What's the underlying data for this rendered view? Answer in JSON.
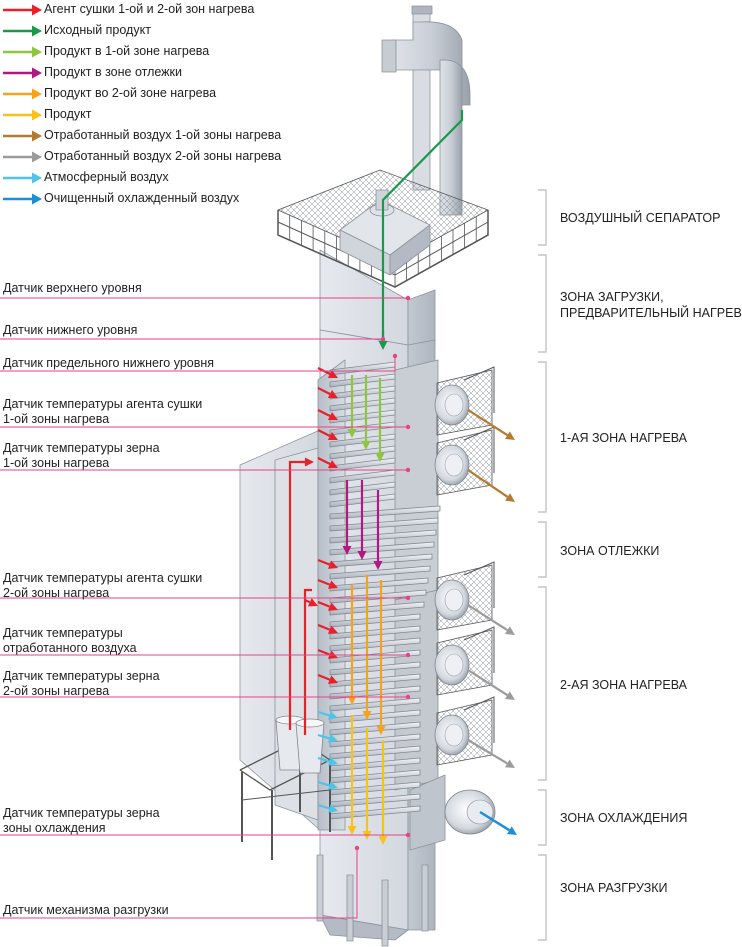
{
  "colors": {
    "heat_agent": "#e8202a",
    "source_product": "#1a9a48",
    "zone1_product": "#8dc63f",
    "tempering_product": "#b0197d",
    "zone2_product": "#f7a21b",
    "product": "#f9c21b",
    "exhaust1": "#b5792f",
    "exhaust2": "#9b9b9b",
    "ambient_air": "#4fc3e8",
    "cooled_air": "#1a8fd8",
    "sensor_line": "#e8418a",
    "bracket": "#bbbbbb"
  },
  "legend": [
    {
      "label": "Агент сушки 1-ой и 2-ой зон нагрева",
      "color": "#e8202a"
    },
    {
      "label": "Исходный продукт",
      "color": "#1a9a48"
    },
    {
      "label": "Продукт в 1-ой зоне нагрева",
      "color": "#8dc63f"
    },
    {
      "label": "Продукт в зоне отлежки",
      "color": "#b0197d"
    },
    {
      "label": "Продукт во 2-ой зоне нагрева",
      "color": "#f7a21b"
    },
    {
      "label": "Продукт",
      "color": "#f9c21b"
    },
    {
      "label": "Отработанный воздух 1-ой зоны нагрева",
      "color": "#b5792f"
    },
    {
      "label": "Отработанный воздух 2-ой зоны нагрева",
      "color": "#9b9b9b"
    },
    {
      "label": "Атмосферный воздух",
      "color": "#4fc3e8"
    },
    {
      "label": "Очищенный охлажденный воздух",
      "color": "#1a8fd8"
    }
  ],
  "sensors": [
    {
      "label": "Датчик верхнего уровня"
    },
    {
      "label": "Датчик нижнего уровня"
    },
    {
      "label": "Датчик предельного нижнего уровня"
    },
    {
      "label": "Датчик температуры агента сушки\n1-ой зоны нагрева"
    },
    {
      "label": "Датчик температуры зерна\n1-ой зоны нагрева"
    },
    {
      "label": "Датчик температуры агента сушки\n2-ой зоны нагрева"
    },
    {
      "label": "Датчик температуры\nотработанного воздуха"
    },
    {
      "label": "Датчик температуры зерна\n2-ой зоны нагрева"
    },
    {
      "label": "Датчик температуры зерна\nзоны охлаждения"
    },
    {
      "label": "Датчик механизма разгрузки"
    }
  ],
  "zones": [
    {
      "label": "ВОЗДУШНЫЙ СЕПАРАТОР"
    },
    {
      "label": "ЗОНА ЗАГРУЗКИ,\nПРЕДВАРИТЕЛЬНЫЙ НАГРЕВ"
    },
    {
      "label": "1-АЯ ЗОНА НАГРЕВА"
    },
    {
      "label": "ЗОНА ОТЛЕЖКИ"
    },
    {
      "label": "2-АЯ ЗОНА НАГРЕВА"
    },
    {
      "label": "ЗОНА ОХЛАЖДЕНИЯ"
    },
    {
      "label": "ЗОНА РАЗГРУЗКИ"
    }
  ]
}
